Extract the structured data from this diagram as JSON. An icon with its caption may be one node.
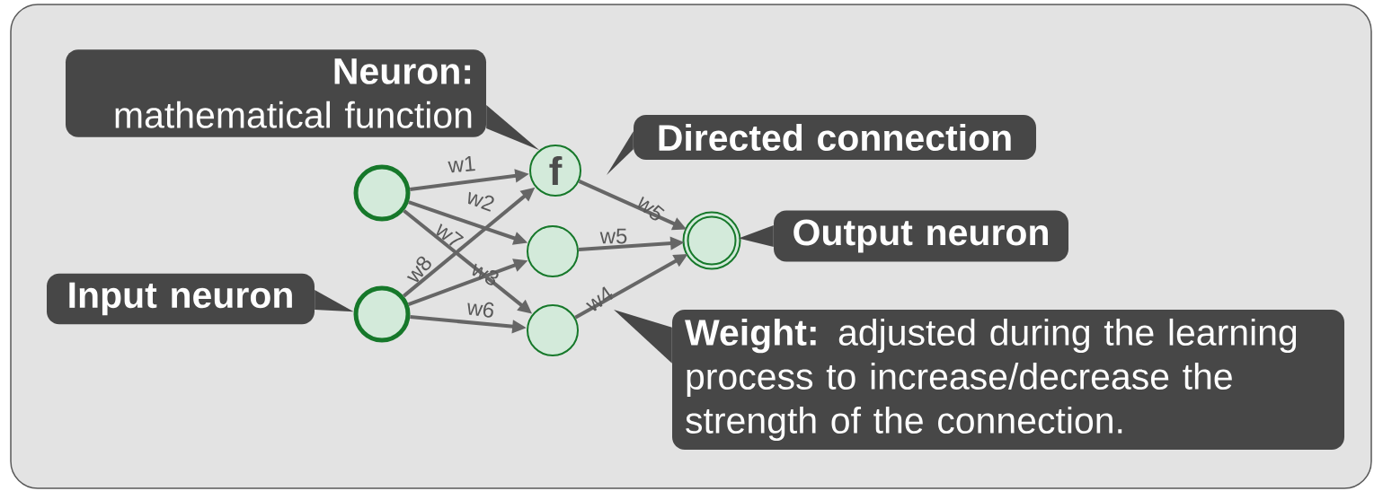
{
  "diagram": {
    "nodes": [
      {
        "text": [
          "Neuron:",
          "mathematical function"
        ]
      },
      {
        "text": [
          "Directed connection"
        ]
      },
      {
        "text": [
          "Input neuron"
        ]
      },
      {
        "text": [
          "Output neuron"
        ]
      },
      {
        "text": [
          "**Weight:** adjusted during the learning process to increase/decrease the strength of the connection."
        ]
      },
      {
        "text": [],
        "shape": "circle"
      },
      {
        "text": [],
        "shape": "circle"
      },
      {
        "text": [
          "f"
        ]
      },
      {
        "text": [],
        "shape": "circle"
      },
      {
        "text": [],
        "shape": "circle"
      },
      {
        "text": [],
        "shape": "circle"
      }
    ],
    "edges": [
      {
        "from": 5,
        "to": 7,
        "arrow": "to",
        "label": "w1"
      },
      {
        "from": 5,
        "to": 8,
        "arrow": "to",
        "label": "w2"
      },
      {
        "from": 5,
        "to": 9,
        "arrow": "to",
        "label": "w7"
      },
      {
        "from": 6,
        "to": 7,
        "arrow": "to",
        "label": "w8"
      },
      {
        "from": 6,
        "to": 8,
        "arrow": "to",
        "label": "w3"
      },
      {
        "from": 6,
        "to": 9,
        "arrow": "to",
        "label": "w6"
      },
      {
        "from": 7,
        "to": 10,
        "arrow": "to",
        "label": "w5"
      },
      {
        "from": 8,
        "to": 10,
        "arrow": "to",
        "label": "w5"
      },
      {
        "from": 9,
        "to": 10,
        "arrow": "to",
        "label": "w4"
      },
      {
        "from": 0,
        "to": 7,
        "arrow": "to",
        "color": "#474747"
      },
      {
        "from": 1,
        "to": null,
        "arrow": "to",
        "color": "#474747"
      },
      {
        "from": 2,
        "to": 6,
        "arrow": "to",
        "color": "#474747"
      },
      {
        "from": 3,
        "to": 10,
        "arrow": "to",
        "color": "#474747"
      },
      {
        "from": 4,
        "to": null,
        "arrow": "to",
        "color": "#474747"
      }
    ]
  }
}
